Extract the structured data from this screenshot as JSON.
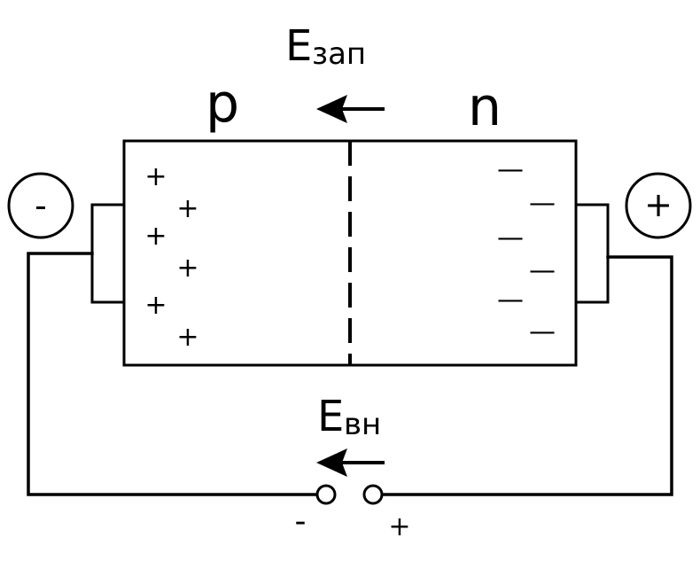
{
  "field": {
    "top": {
      "letter": "E",
      "subscript": "зап"
    },
    "bottom": {
      "letter": "E",
      "subscript": "вн"
    }
  },
  "regions": {
    "p_label": "p",
    "n_label": "n"
  },
  "terminals": {
    "left_sign": "-",
    "right_sign": "+"
  },
  "source": {
    "minus_sign": "-",
    "plus_sign": "+"
  },
  "charges": {
    "p_symbol": "+",
    "n_symbol": "—",
    "p_count": 6,
    "n_count": 6
  }
}
